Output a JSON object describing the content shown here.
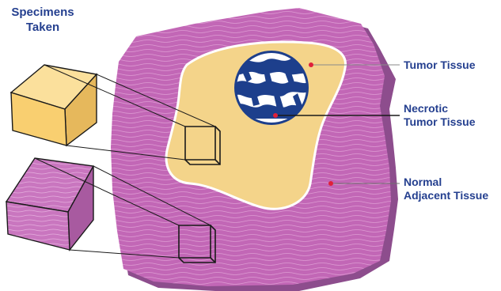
{
  "title": {
    "line1": "Specimens",
    "line2": "Taken"
  },
  "labels": {
    "tumor": "Tumor Tissue",
    "necrotic_line1": "Necrotic",
    "necrotic_line2": "Tumor Tissue",
    "normal_line1": "Normal",
    "normal_line2": "Adjacent Tissue"
  },
  "colors": {
    "normal_tissue": "#c267b6",
    "normal_tissue_shadow": "#8d4d8d",
    "tumor_tissue": "#f4d48a",
    "tumor_border": "#ffffff",
    "necrotic_core": "#1d3f8c",
    "yellow_specimen": "#f9cf70",
    "pink_specimen": "#c976bf",
    "label_text": "#243f8f",
    "marker_dot": "#e0203a"
  }
}
